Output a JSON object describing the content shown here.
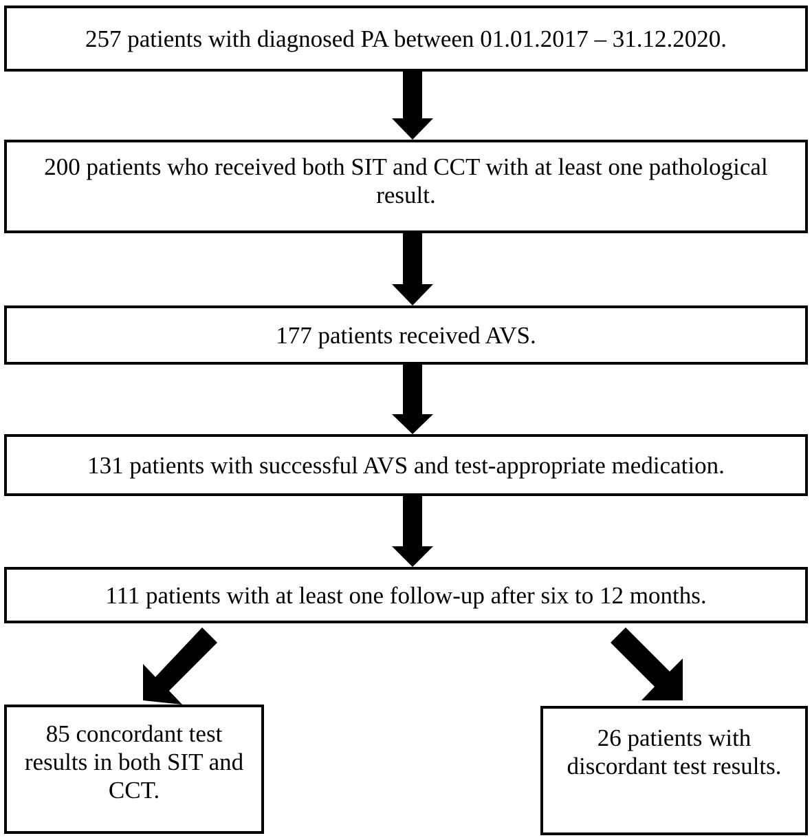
{
  "flowchart": {
    "boxes": [
      {
        "id": "box-1",
        "text": "257 patients with diagnosed PA between 01.01.2017 – 31.12.2020."
      },
      {
        "id": "box-2",
        "text": "200 patients who received both SIT and CCT with at least one pathological result."
      },
      {
        "id": "box-3",
        "text": "177 patients received AVS."
      },
      {
        "id": "box-4",
        "text": "131 patients with successful AVS and test-appropriate medication."
      },
      {
        "id": "box-5",
        "text": "111 patients with at least one follow-up after six to 12 months."
      },
      {
        "id": "box-6",
        "text": "85 concordant test results in both SIT and CCT."
      },
      {
        "id": "box-7",
        "text": "26 patients with discordant test results."
      }
    ],
    "colors": {
      "border": "#000000",
      "arrow": "#000000",
      "background": "#ffffff"
    }
  }
}
